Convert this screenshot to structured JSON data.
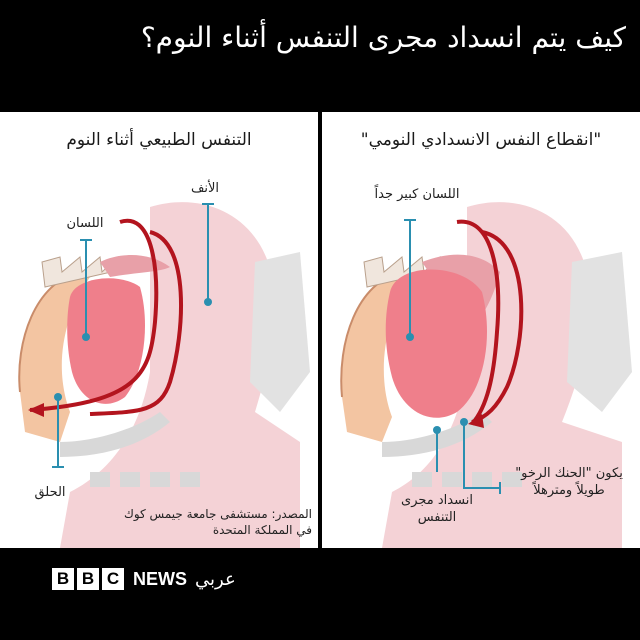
{
  "title": "كيف يتم انسداد مجرى التنفس أثناء النوم؟",
  "left_panel": {
    "heading": "التنفس الطبيعي أثناء النوم",
    "label_nose": "الأنف",
    "label_tongue": "اللسان",
    "label_throat": "الحلق",
    "source_line1": "المصدر: مستشفى جامعة جيمس كوك",
    "source_line2": "في المملكة المتحدة"
  },
  "right_panel": {
    "heading": "\"انقطاع النفس الانسدادي النومي\"",
    "label_tongue_large": "اللسان كبير جداً",
    "label_palate_line1": "يكون \"الحنك الرخو\"",
    "label_palate_line2": "طويلاً ومترهلاً",
    "label_blockage_line1": "انسداد مجرى",
    "label_blockage_line2": "التنفس"
  },
  "footer": {
    "bbc_letters": [
      "B",
      "B",
      "C"
    ],
    "news": "NEWS",
    "arabic": "عربي"
  },
  "colors": {
    "airflow": "#b3141e",
    "pointer": "#2a8fb0",
    "tissue_pink": "#f4d2d6",
    "tongue": "#ef7f8b",
    "bone": "#d8d8d8",
    "skin": "#f3c5a2"
  }
}
